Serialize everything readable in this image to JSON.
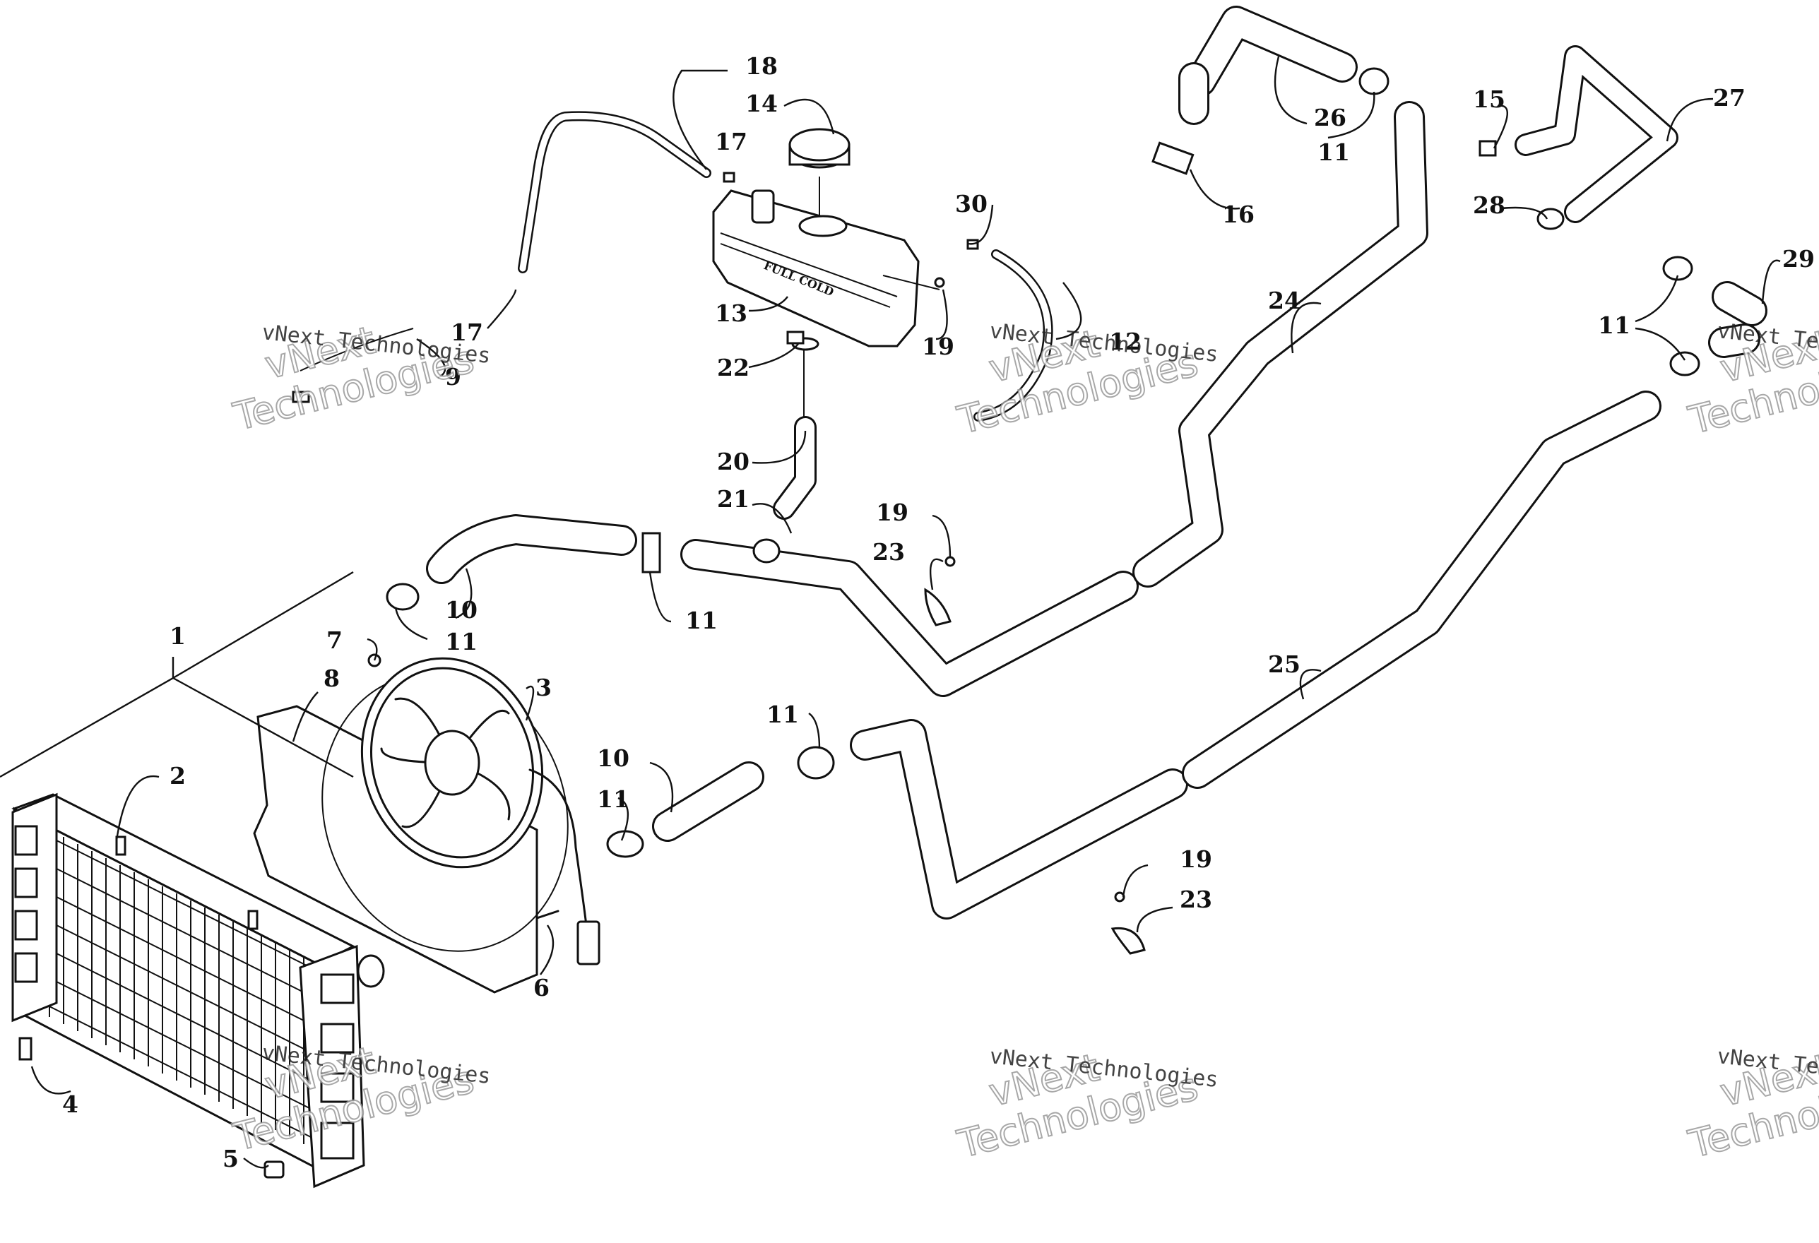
{
  "callouts": [
    {
      "id": "c1",
      "label": "1"
    },
    {
      "id": "c2",
      "label": "2"
    },
    {
      "id": "c3",
      "label": "3"
    },
    {
      "id": "c4",
      "label": "4"
    },
    {
      "id": "c5",
      "label": "5"
    },
    {
      "id": "c6",
      "label": "6"
    },
    {
      "id": "c7",
      "label": "7"
    },
    {
      "id": "c8",
      "label": "8"
    },
    {
      "id": "c9",
      "label": "9"
    },
    {
      "id": "c10a",
      "label": "10"
    },
    {
      "id": "c10b",
      "label": "10"
    },
    {
      "id": "c11a",
      "label": "11"
    },
    {
      "id": "c11b",
      "label": "11"
    },
    {
      "id": "c11c",
      "label": "11"
    },
    {
      "id": "c11d",
      "label": "11"
    },
    {
      "id": "c11e",
      "label": "11"
    },
    {
      "id": "c11f",
      "label": "11"
    },
    {
      "id": "c12",
      "label": "12"
    },
    {
      "id": "c13",
      "label": "13"
    },
    {
      "id": "c14",
      "label": "14"
    },
    {
      "id": "c15",
      "label": "15"
    },
    {
      "id": "c16",
      "label": "16"
    },
    {
      "id": "c17a",
      "label": "17"
    },
    {
      "id": "c17b",
      "label": "17"
    },
    {
      "id": "c18",
      "label": "18"
    },
    {
      "id": "c19a",
      "label": "19"
    },
    {
      "id": "c19b",
      "label": "19"
    },
    {
      "id": "c19c",
      "label": "19"
    },
    {
      "id": "c20",
      "label": "20"
    },
    {
      "id": "c21",
      "label": "21"
    },
    {
      "id": "c22",
      "label": "22"
    },
    {
      "id": "c23a",
      "label": "23"
    },
    {
      "id": "c23b",
      "label": "23"
    },
    {
      "id": "c24",
      "label": "24"
    },
    {
      "id": "c25",
      "label": "25"
    },
    {
      "id": "c26",
      "label": "26"
    },
    {
      "id": "c27",
      "label": "27"
    },
    {
      "id": "c28",
      "label": "28"
    },
    {
      "id": "c29",
      "label": "29"
    },
    {
      "id": "c30",
      "label": "30"
    }
  ],
  "tank_label": "FULL COLD",
  "watermark": {
    "line1": "vNext Technologies",
    "line2": "vNext",
    "line3": "Technologies"
  }
}
